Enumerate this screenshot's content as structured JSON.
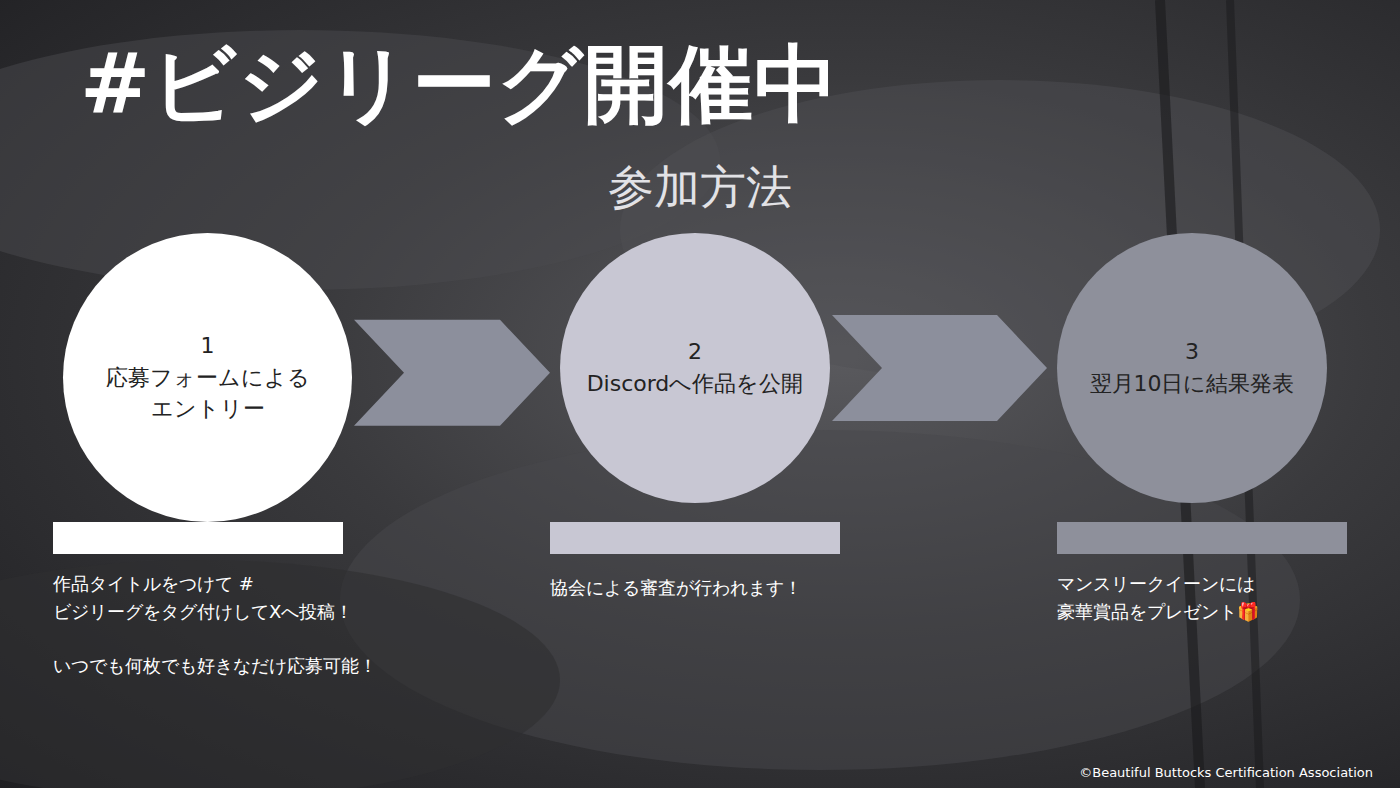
{
  "diagram": {
    "title": "#ビジリーグ開催中",
    "nodes": [
      {
        "text": [
          "1",
          "応募フォームによる エントリー"
        ]
      },
      {
        "text": [
          "2",
          "Discordへ作品を公開"
        ]
      },
      {
        "text": [
          "3",
          "翌月10日に結果発表"
        ]
      }
    ],
    "edges": [
      {
        "from": 0,
        "to": 1,
        "arrow": "to"
      },
      {
        "from": 1,
        "to": 2,
        "arrow": "to"
      }
    ],
    "labels": [
      "参加方法",
      "作品タイトルをつけて #ビジリーグをタグ付けしてXへ投稿！",
      "いつでも何枚でも好きなだけ応募可能！",
      "協会による審査が行われます！",
      "マンスリークイーンには 豪華賞品をプレゼント🎁",
      "©Beautiful Buttocks Certification Association"
    ]
  }
}
